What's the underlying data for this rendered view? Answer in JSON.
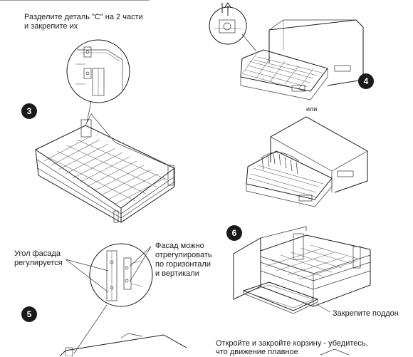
{
  "instructions": {
    "step3_caption_line1": "Разделите деталь \"С\" на 2 части",
    "step3_caption_line2": "и закрепите их",
    "or_label": "или",
    "step5_left_line1": "Угол фасада",
    "step5_left_line2": "регулируется",
    "step5_right_line1": "Фасад можно",
    "step5_right_line2": "отрегулировать",
    "step5_right_line3": "по горизонтали",
    "step5_right_line4": "и вертикали",
    "step6_tray_label": "Закрепите поддон",
    "step7_caption_line1": "Откройте и закройте корзину - убедитесь,",
    "step7_caption_line2": "что движение плавное"
  },
  "steps": {
    "step3": "3",
    "step4": "4",
    "step5": "5",
    "step6": "6"
  }
}
